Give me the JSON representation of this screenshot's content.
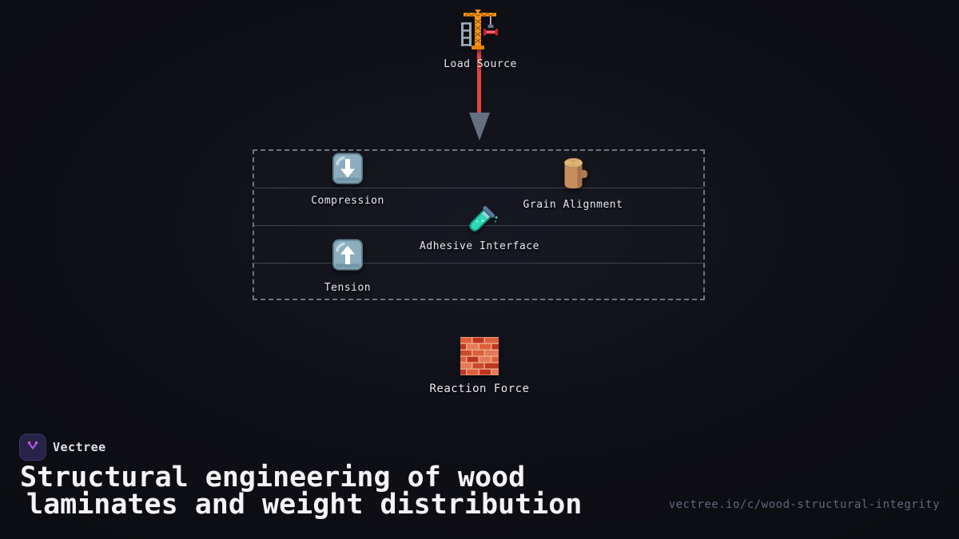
{
  "colors": {
    "background": "#0e0f15",
    "force_line_red": "#e04343",
    "arrowhead_gray": "#64707f",
    "box_border_gray": "#6e7580",
    "layer_line": "#3e4654",
    "label_text": "#e7e8ec",
    "title_text": "#f4f4f6",
    "url_text": "#61677a",
    "logo_bg": "#272247",
    "logo_purple": "#9d5cf0",
    "logo_magenta": "#dd55dd"
  },
  "diagram": {
    "load_source": {
      "label": "Load Source",
      "icon": "crane-icon"
    },
    "laminate_box": {
      "items": [
        {
          "id": "compression",
          "label": "Compression",
          "icon": "down-arrow-button-icon"
        },
        {
          "id": "grain-alignment",
          "label": "Grain Alignment",
          "icon": "wood-log-icon"
        },
        {
          "id": "adhesive-interface",
          "label": "Adhesive Interface",
          "icon": "test-tube-icon"
        },
        {
          "id": "tension",
          "label": "Tension",
          "icon": "up-arrow-button-icon"
        }
      ]
    },
    "reaction": {
      "label": "Reaction Force",
      "icon": "brick-wall-icon"
    }
  },
  "footer": {
    "brand": "Vectree",
    "title_line1": "Structural engineering of wood",
    "title_line2": "laminates and weight distribution",
    "url": "vectree.io/c/wood-structural-integrity"
  }
}
